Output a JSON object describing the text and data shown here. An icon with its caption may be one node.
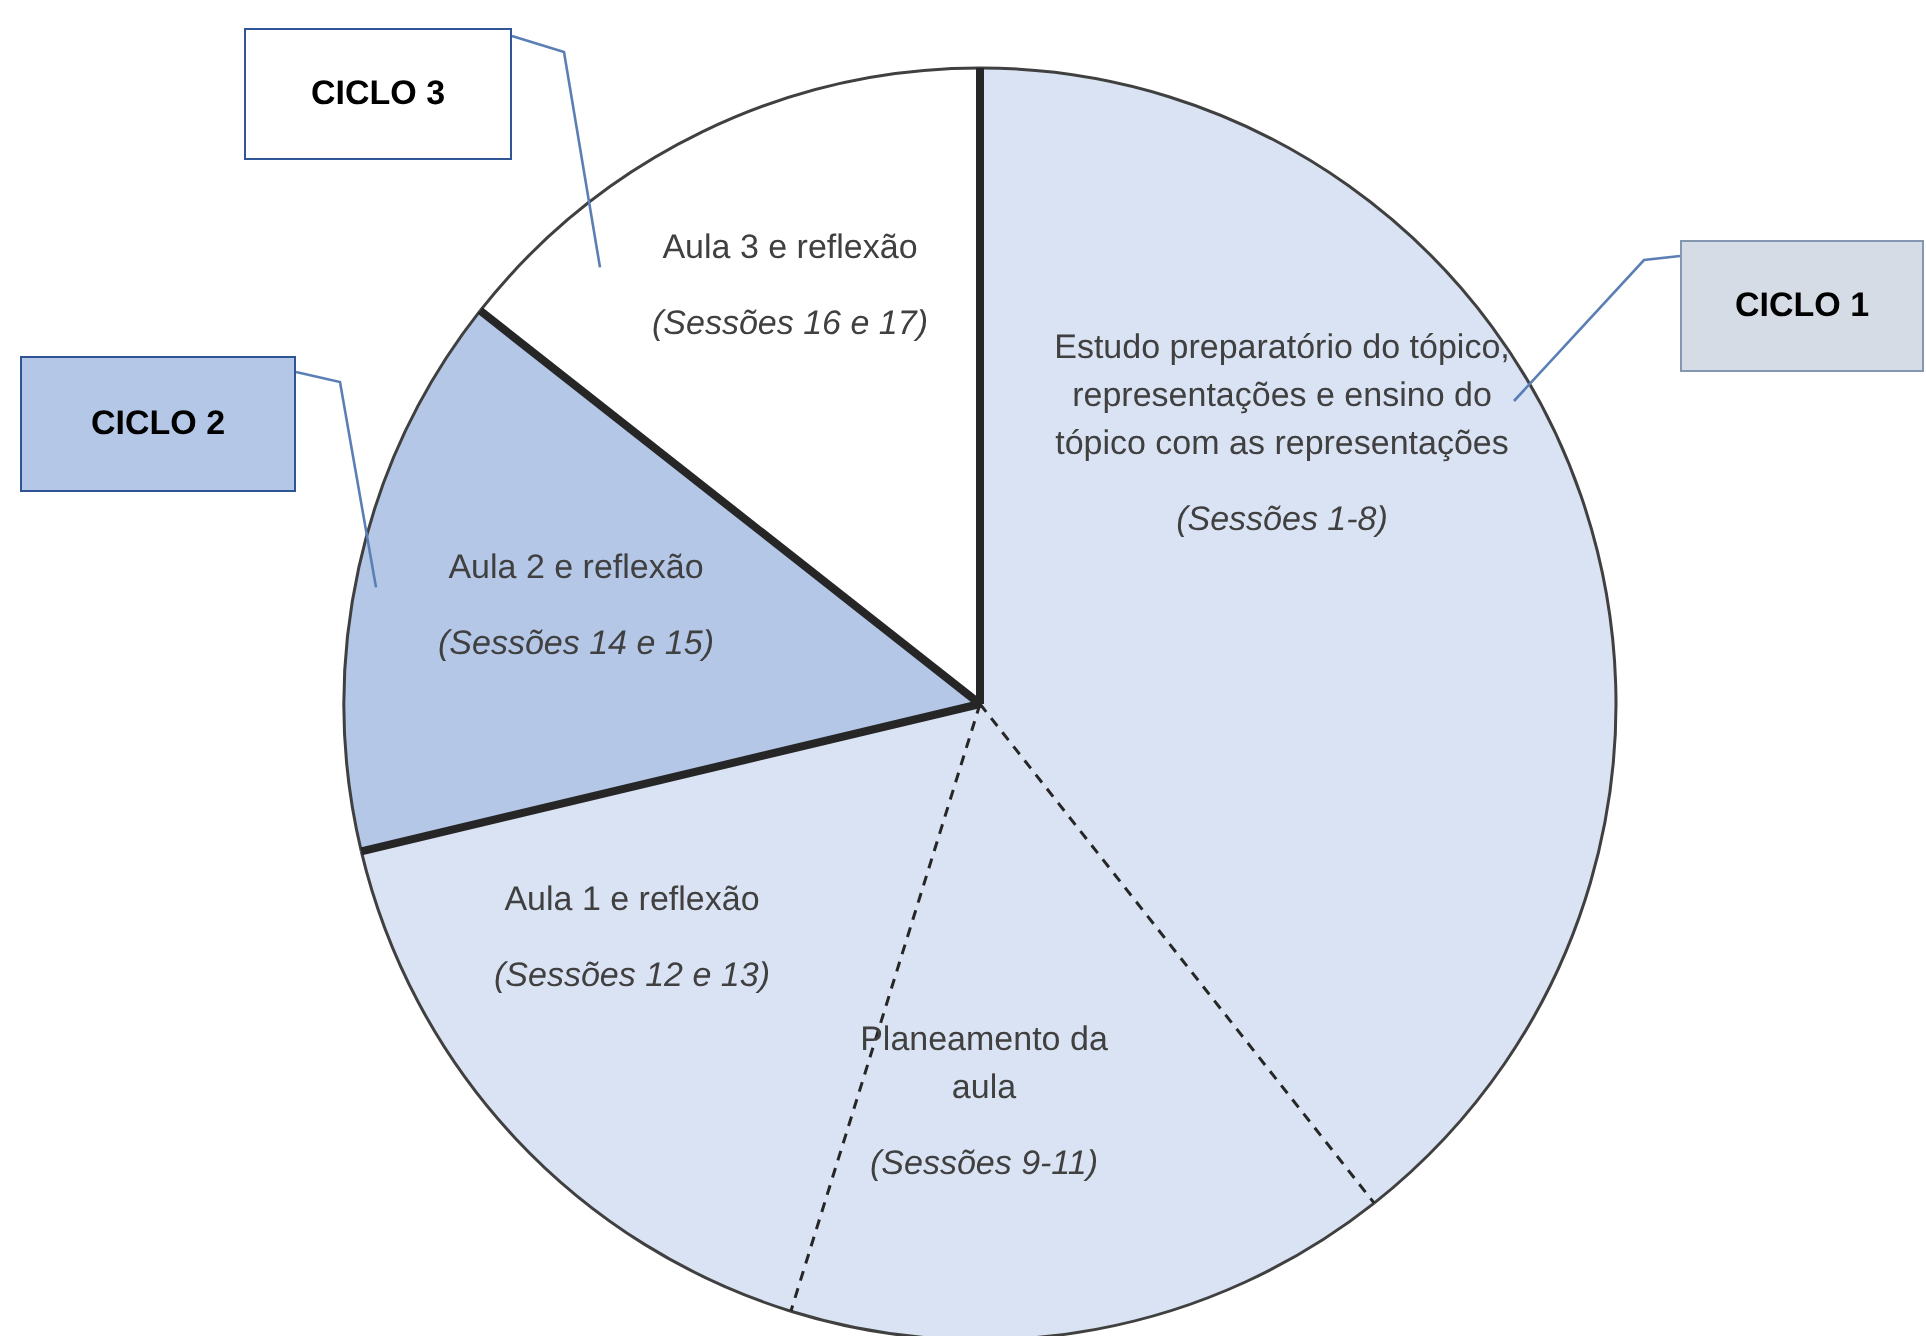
{
  "diagram": {
    "nodes": [
      {
        "text": [
          "CICLO 3"
        ]
      },
      {
        "text": [
          "Aula 3 e reflexão",
          "(Sessões 16 e 17)"
        ]
      },
      {
        "text": [
          "CICLO 1"
        ]
      },
      {
        "text": [
          "Estudo preparatório do tópico, representações e ensino do tópico com as representações",
          "(Sessões 1-8)"
        ]
      },
      {
        "text": [
          "CICLO 2"
        ]
      },
      {
        "text": [
          "Aula 2 e reflexão",
          "(Sessões 14 e 15)"
        ]
      },
      {
        "text": [
          "Aula 1 e reflexão",
          "(Sessões 12 e 13)"
        ]
      },
      {
        "text": [
          "Planeamento da aula",
          "(Sessões 9-11)"
        ]
      }
    ],
    "edges": [
      {
        "from": 0,
        "to": 1,
        "arrow": "none"
      },
      {
        "from": 2,
        "to": 3,
        "arrow": "none"
      },
      {
        "from": 4,
        "to": 5,
        "arrow": "none"
      }
    ]
  }
}
